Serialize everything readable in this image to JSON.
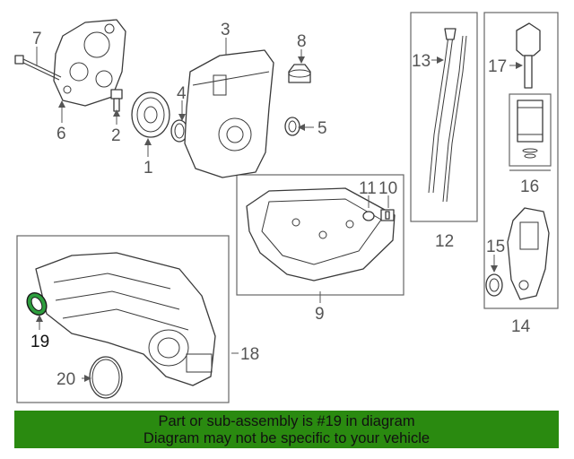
{
  "callouts": [
    {
      "id": "1",
      "label": "1"
    },
    {
      "id": "2",
      "label": "2"
    },
    {
      "id": "3",
      "label": "3"
    },
    {
      "id": "4",
      "label": "4"
    },
    {
      "id": "5",
      "label": "5"
    },
    {
      "id": "6",
      "label": "6"
    },
    {
      "id": "7",
      "label": "7"
    },
    {
      "id": "8",
      "label": "8"
    },
    {
      "id": "9",
      "label": "9"
    },
    {
      "id": "10",
      "label": "10"
    },
    {
      "id": "11",
      "label": "11"
    },
    {
      "id": "12",
      "label": "12"
    },
    {
      "id": "13",
      "label": "13"
    },
    {
      "id": "14",
      "label": "14"
    },
    {
      "id": "15",
      "label": "15"
    },
    {
      "id": "16",
      "label": "16"
    },
    {
      "id": "17",
      "label": "17"
    },
    {
      "id": "18",
      "label": "18"
    },
    {
      "id": "19",
      "label": "19"
    },
    {
      "id": "20",
      "label": "20"
    }
  ],
  "highlight": {
    "part": "19",
    "color": "#2e9e3e"
  },
  "banner": {
    "line1": "Part or sub-assembly is #19 in diagram",
    "line2": "Diagram may not be specific to your vehicle",
    "background": "#2a8a10"
  }
}
